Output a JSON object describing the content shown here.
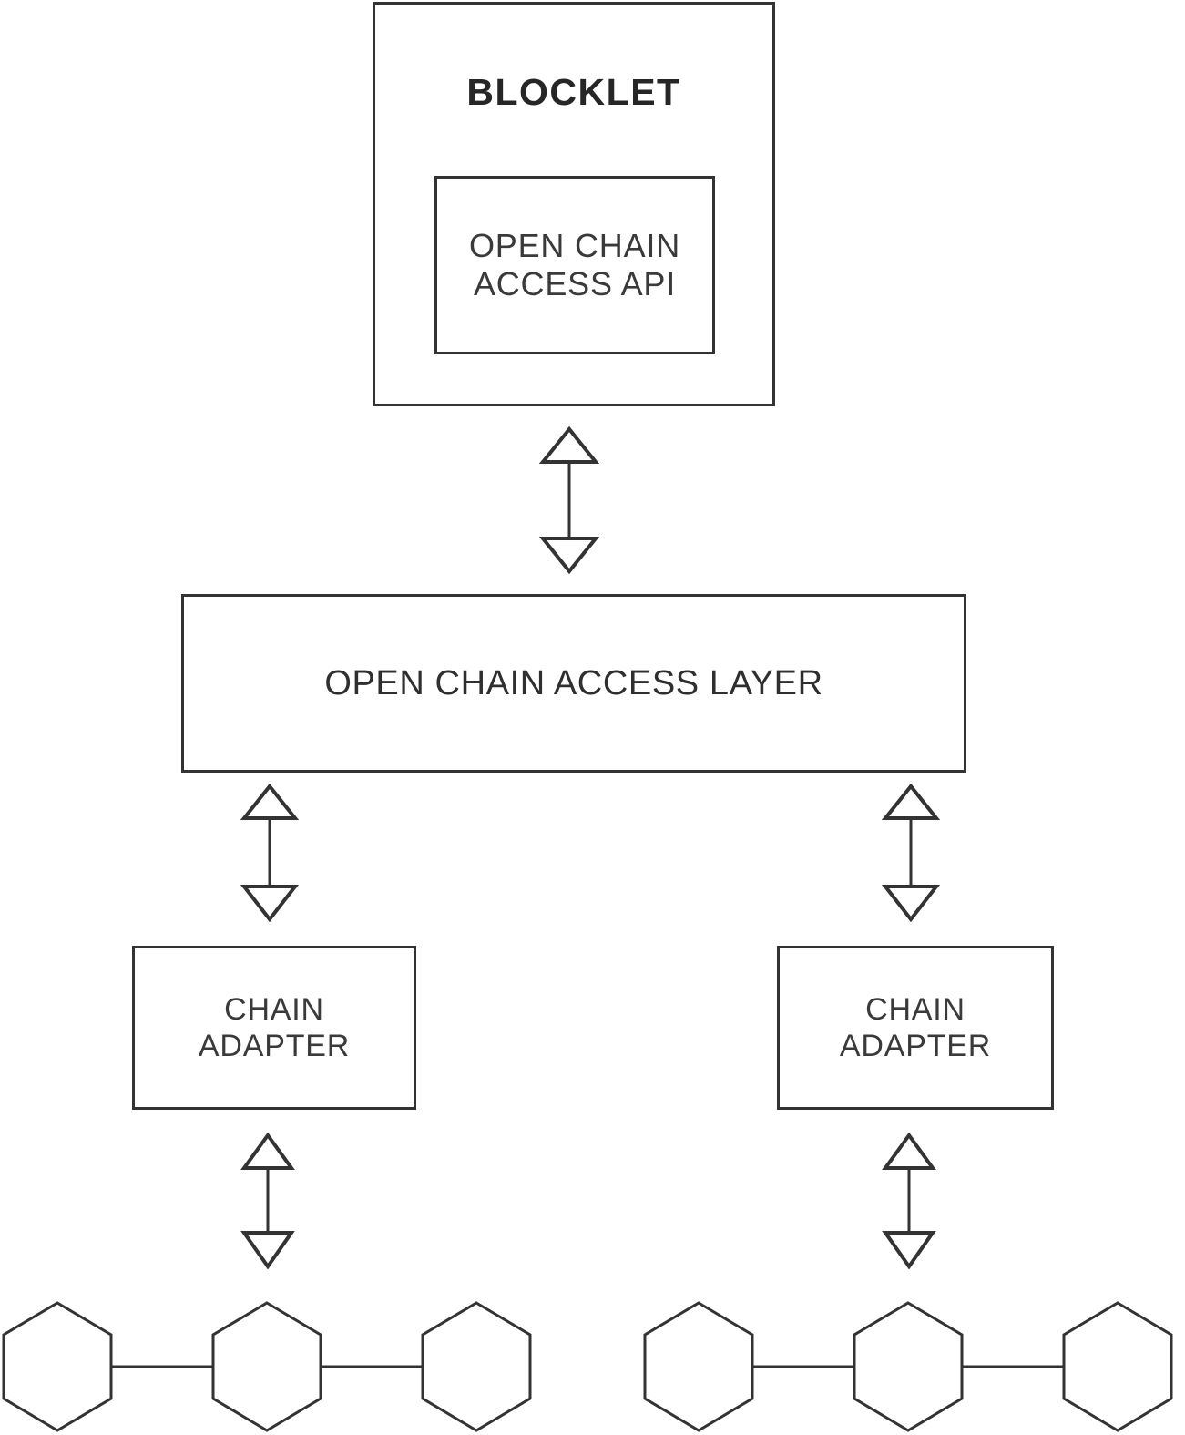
{
  "diagram": {
    "type": "block-architecture-diagram",
    "background_color": "#ffffff",
    "stroke_color": "#333333",
    "text_color": "#2f2f2f",
    "nodes": {
      "blocklet": {
        "label": "BLOCKLET",
        "shape": "rectangle"
      },
      "open_chain_access_api": {
        "label": "OPEN CHAIN\nACCESS API",
        "shape": "rectangle"
      },
      "open_chain_access_layer": {
        "label": "OPEN CHAIN ACCESS LAYER",
        "shape": "rectangle"
      },
      "chain_adapter_left": {
        "label": "CHAIN\nADAPTER",
        "shape": "rectangle"
      },
      "chain_adapter_right": {
        "label": "CHAIN\nADAPTER",
        "shape": "rectangle"
      }
    },
    "connectors": [
      {
        "name": "blocklet-to-layer",
        "style": "double-headed-open-arrow",
        "orientation": "vertical"
      },
      {
        "name": "layer-to-chain-adapter-left",
        "style": "double-headed-open-arrow",
        "orientation": "vertical"
      },
      {
        "name": "layer-to-chain-adapter-right",
        "style": "double-headed-open-arrow",
        "orientation": "vertical"
      },
      {
        "name": "chain-adapter-left-to-blockchain-left",
        "style": "double-headed-open-arrow",
        "orientation": "vertical"
      },
      {
        "name": "chain-adapter-right-to-blockchain-right",
        "style": "double-headed-open-arrow",
        "orientation": "vertical"
      }
    ],
    "blockchains": [
      {
        "name": "blockchain-left",
        "block_count": 3,
        "block_shape": "hexagon"
      },
      {
        "name": "blockchain-right",
        "block_count": 3,
        "block_shape": "hexagon"
      }
    ]
  }
}
